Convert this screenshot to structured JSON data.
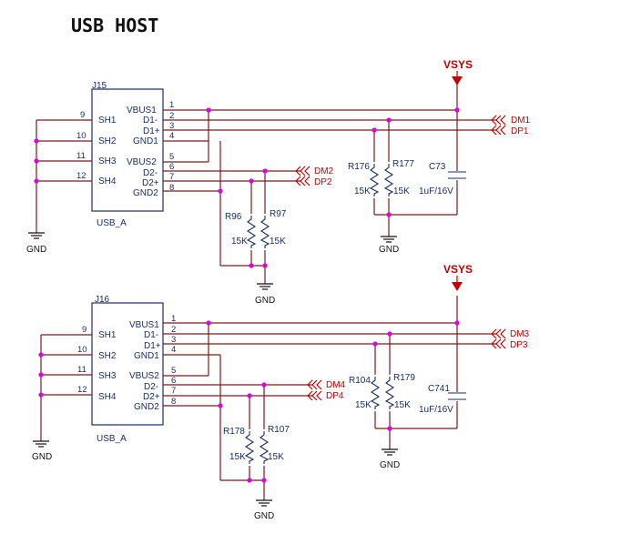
{
  "title": "USB HOST",
  "upper": {
    "ref": "J15",
    "part": "USB_A",
    "left_pins": [
      {
        "name": "SH1",
        "num": "9"
      },
      {
        "name": "SH2",
        "num": "10"
      },
      {
        "name": "SH3",
        "num": "11"
      },
      {
        "name": "SH4",
        "num": "12"
      }
    ],
    "right_pins": [
      {
        "name": "VBUS1",
        "num": "1"
      },
      {
        "name": "D1-",
        "num": "2"
      },
      {
        "name": "D1+",
        "num": "3"
      },
      {
        "name": "GND1",
        "num": "4"
      },
      {
        "name": "VBUS2",
        "num": "5"
      },
      {
        "name": "D2-",
        "num": "6"
      },
      {
        "name": "D2+",
        "num": "7"
      },
      {
        "name": "GND2",
        "num": "8"
      }
    ],
    "nets": [
      "DM1",
      "DP1",
      "DM2",
      "DP2"
    ],
    "vsys": "VSYS",
    "res_right": [
      {
        "ref": "R176",
        "val": "15K"
      },
      {
        "ref": "R177",
        "val": "15K"
      }
    ],
    "res_low": [
      {
        "ref": "R96",
        "val": "15K"
      },
      {
        "ref": "R97",
        "val": "15K"
      }
    ],
    "cap": {
      "ref": "C73",
      "val": "1uF/16V"
    },
    "gnd": "GND"
  },
  "lower": {
    "ref": "J16",
    "part": "USB_A",
    "left_pins": [
      {
        "name": "SH1",
        "num": "9"
      },
      {
        "name": "SH2",
        "num": "10"
      },
      {
        "name": "SH3",
        "num": "11"
      },
      {
        "name": "SH4",
        "num": "12"
      }
    ],
    "right_pins": [
      {
        "name": "VBUS1",
        "num": "1"
      },
      {
        "name": "D1-",
        "num": "2"
      },
      {
        "name": "D1+",
        "num": "3"
      },
      {
        "name": "GND1",
        "num": "4"
      },
      {
        "name": "VBUS2",
        "num": "5"
      },
      {
        "name": "D2-",
        "num": "6"
      },
      {
        "name": "D2+",
        "num": "7"
      },
      {
        "name": "GND2",
        "num": "8"
      }
    ],
    "nets": [
      "DM3",
      "DP3",
      "DM4",
      "DP4"
    ],
    "vsys": "VSYS",
    "res_right": [
      {
        "ref": "R104",
        "val": "15K"
      },
      {
        "ref": "R179",
        "val": "15K"
      }
    ],
    "res_low": [
      {
        "ref": "R178",
        "val": "15K"
      },
      {
        "ref": "R107",
        "val": "15K"
      }
    ],
    "cap": {
      "ref": "C741",
      "val": "1uF/16V"
    },
    "gnd": "GND"
  },
  "colors": {
    "net": "#c00000",
    "wire": "#7a1a1a",
    "symbol": "#1a2d63",
    "junction": "#e000e0"
  }
}
